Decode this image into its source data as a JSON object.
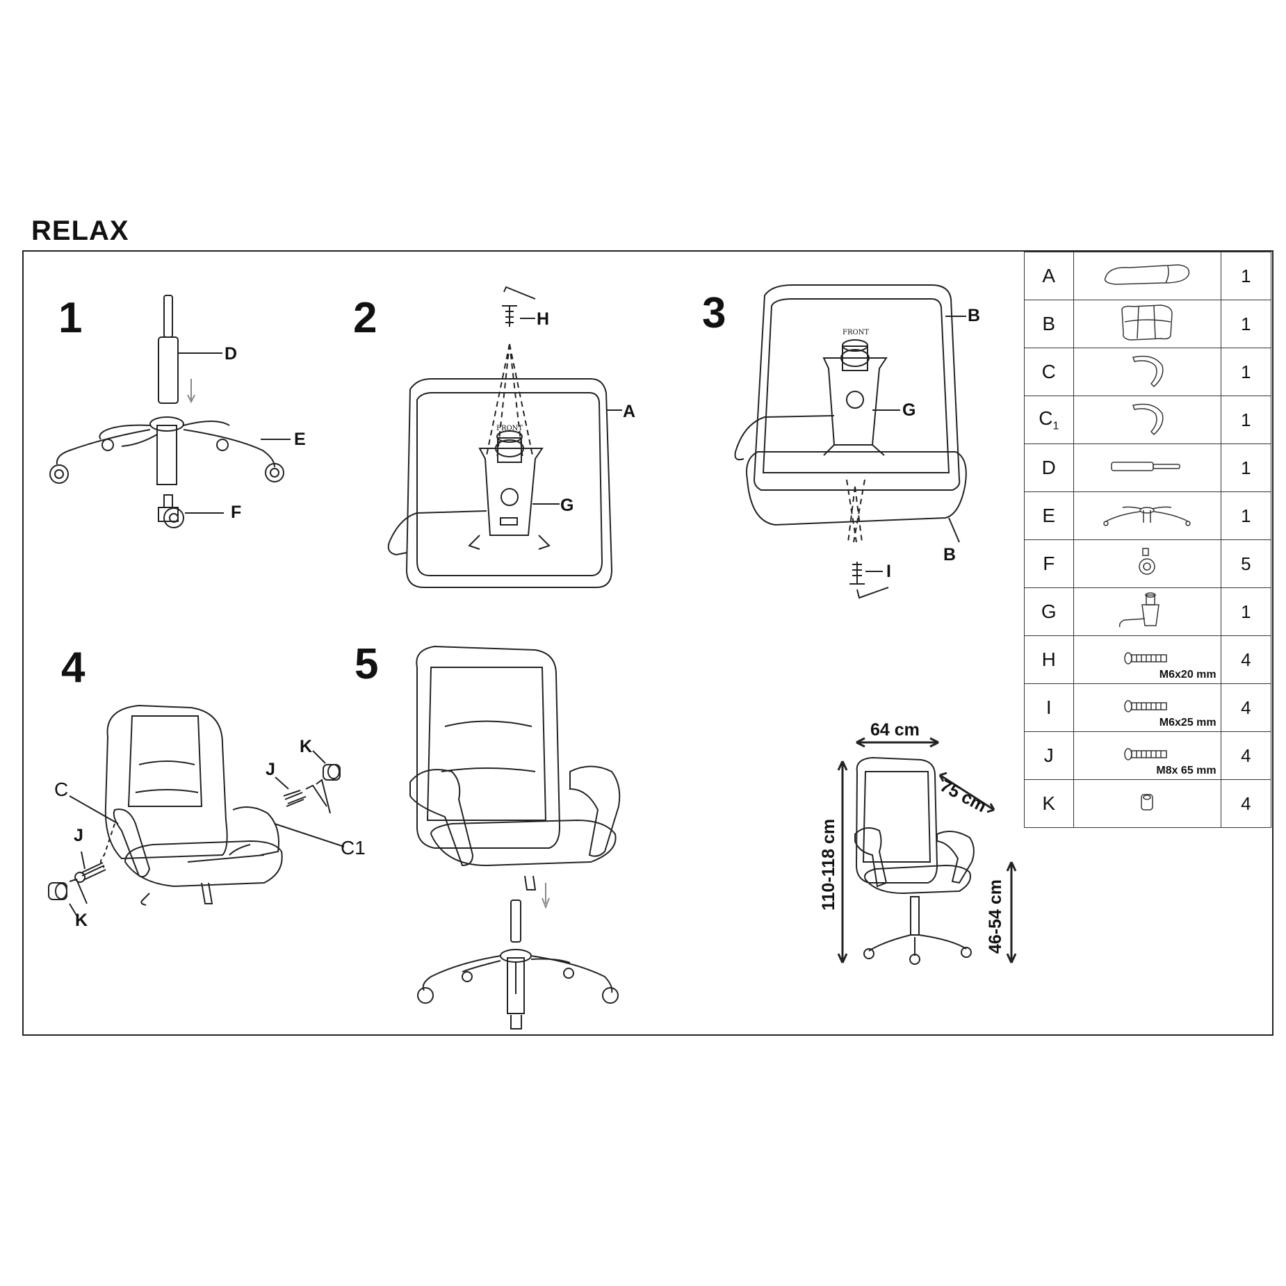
{
  "title": "RELAX",
  "steps": {
    "s1": "1",
    "s2": "2",
    "s3": "3",
    "s4": "4",
    "s5": "5"
  },
  "labels": {
    "d": "D",
    "e": "E",
    "f": "F",
    "h": "H",
    "a": "A",
    "g2": "G",
    "front2": "FRONT",
    "b_top": "B",
    "g3": "G",
    "b_bottom": "B",
    "i": "I",
    "front3": "FRONT",
    "k_top": "K",
    "j_top": "J",
    "c": "C",
    "c1": "C1",
    "j_bottom": "J",
    "k_bottom": "K"
  },
  "dimensions": {
    "width": "64 cm",
    "depth": "75 cm",
    "height": "110-118 cm",
    "seat_height": "46-54 cm"
  },
  "parts": [
    {
      "letter": "A",
      "sub": "",
      "icon": "seat-cushion-icon",
      "qty": "1",
      "size": ""
    },
    {
      "letter": "B",
      "sub": "",
      "icon": "backrest-icon",
      "qty": "1",
      "size": ""
    },
    {
      "letter": "C",
      "sub": "",
      "icon": "armrest-icon",
      "qty": "1",
      "size": ""
    },
    {
      "letter": "C",
      "sub": "1",
      "icon": "armrest-icon",
      "qty": "1",
      "size": ""
    },
    {
      "letter": "D",
      "sub": "",
      "icon": "gas-lift-icon",
      "qty": "1",
      "size": ""
    },
    {
      "letter": "E",
      "sub": "",
      "icon": "star-base-icon",
      "qty": "1",
      "size": ""
    },
    {
      "letter": "F",
      "sub": "",
      "icon": "caster-icon",
      "qty": "5",
      "size": ""
    },
    {
      "letter": "G",
      "sub": "",
      "icon": "tilt-mechanism-icon",
      "qty": "1",
      "size": ""
    },
    {
      "letter": "H",
      "sub": "",
      "icon": "screw-icon",
      "qty": "4",
      "size": "M6x20 mm"
    },
    {
      "letter": "I",
      "sub": "",
      "icon": "screw-icon",
      "qty": "4",
      "size": "M6x25 mm"
    },
    {
      "letter": "J",
      "sub": "",
      "icon": "screw-icon",
      "qty": "4",
      "size": "M8x 65 mm"
    },
    {
      "letter": "K",
      "sub": "",
      "icon": "cap-icon",
      "qty": "4",
      "size": ""
    }
  ]
}
